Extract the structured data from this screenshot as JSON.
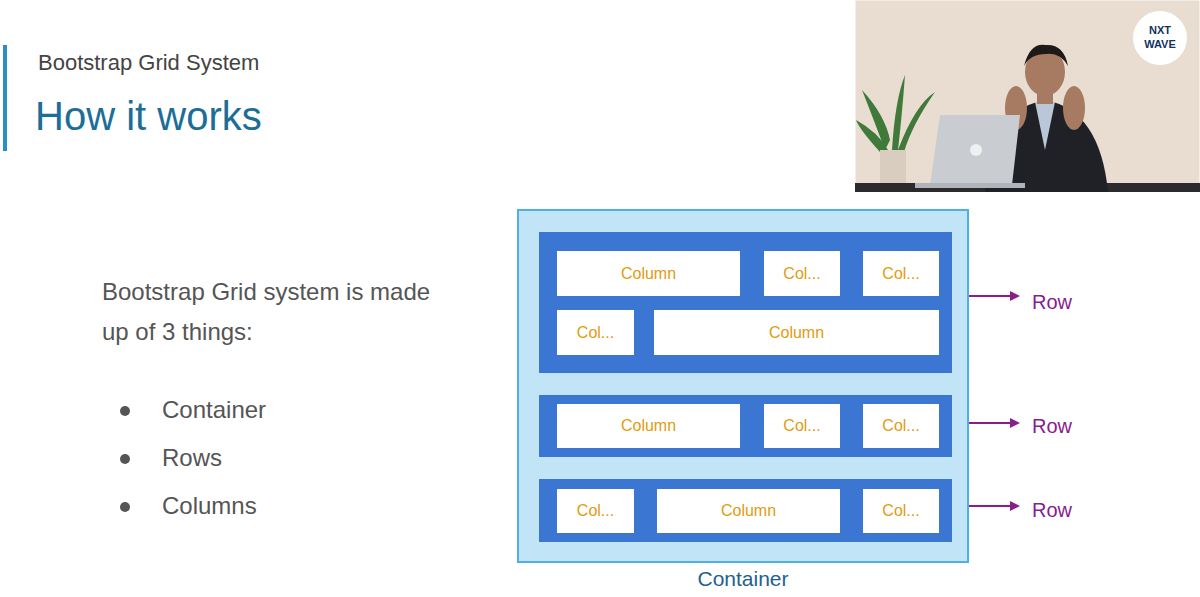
{
  "diagram": {
    "title": "How it works",
    "nodes": [
      {
        "text": [
          "Container"
        ]
      },
      {
        "text": [
          "Row"
        ],
        "in": 0
      },
      {
        "text": [
          "Column"
        ],
        "in": 1
      },
      {
        "text": [
          "Col..."
        ],
        "in": 1
      },
      {
        "text": [
          "Col..."
        ],
        "in": 1
      },
      {
        "text": [
          "Col..."
        ],
        "in": 1
      },
      {
        "text": [
          "Column"
        ],
        "in": 1
      },
      {
        "text": [
          "Row"
        ],
        "in": 0
      },
      {
        "text": [
          "Column"
        ],
        "in": 7
      },
      {
        "text": [
          "Col..."
        ],
        "in": 7
      },
      {
        "text": [
          "Col..."
        ],
        "in": 7
      },
      {
        "text": [
          "Row"
        ],
        "in": 0
      },
      {
        "text": [
          "Col..."
        ],
        "in": 11
      },
      {
        "text": [
          "Column"
        ],
        "in": 11
      },
      {
        "text": [
          "Col..."
        ],
        "in": 11
      }
    ],
    "labels": [
      "Bootstrap Grid System",
      "Bootstrap Grid system is made up of 3 things:",
      "Container",
      "Rows",
      "Columns",
      "NXT",
      "WAVE"
    ]
  }
}
